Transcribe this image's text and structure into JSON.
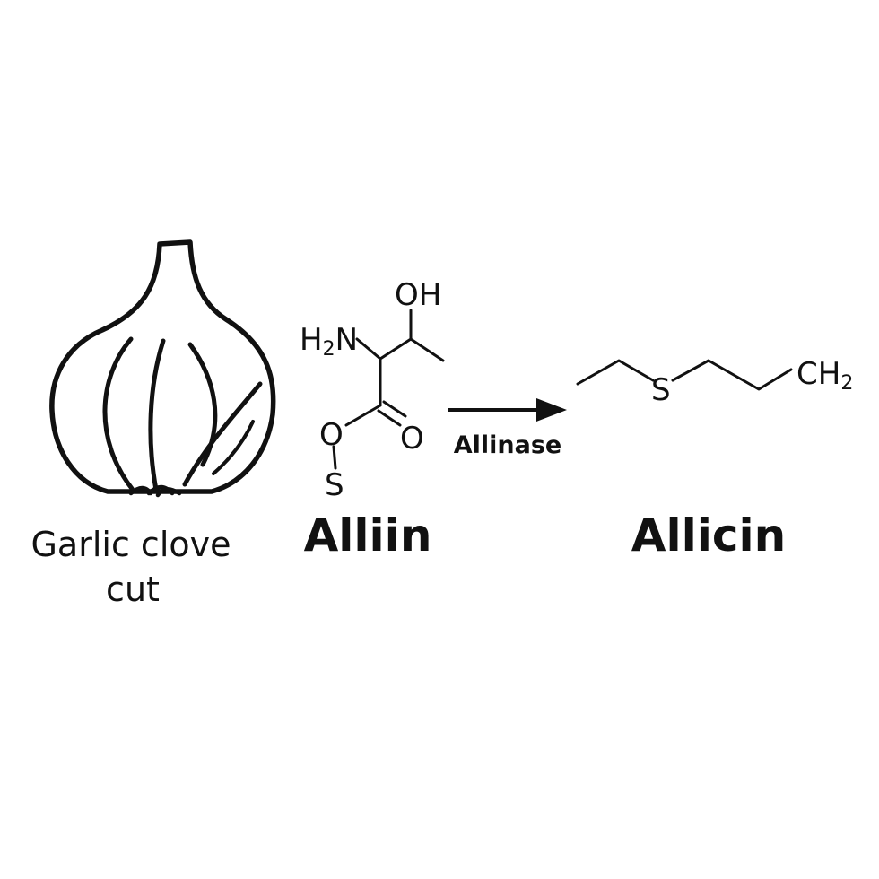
{
  "garlic": {
    "caption_line1": "Garlic clove",
    "caption_line2": "cut"
  },
  "alliin": {
    "name": "Alliin",
    "atoms": {
      "oh": "OH",
      "h2n_h": "H",
      "h2n_sub": "2",
      "h2n_n": "N",
      "carbonyl_o": "O",
      "ester_o": "O",
      "sulfur": "S"
    }
  },
  "reaction": {
    "enzyme_label": "Allinase"
  },
  "allicin": {
    "name": "Allicin",
    "atoms": {
      "sulfur": "S",
      "ch2_c": "CH",
      "ch2_sub": "2"
    }
  },
  "colors": {
    "ink": "#111111",
    "background": "#ffffff"
  },
  "icons": [
    "garlic-icon",
    "reaction-arrow-icon"
  ]
}
